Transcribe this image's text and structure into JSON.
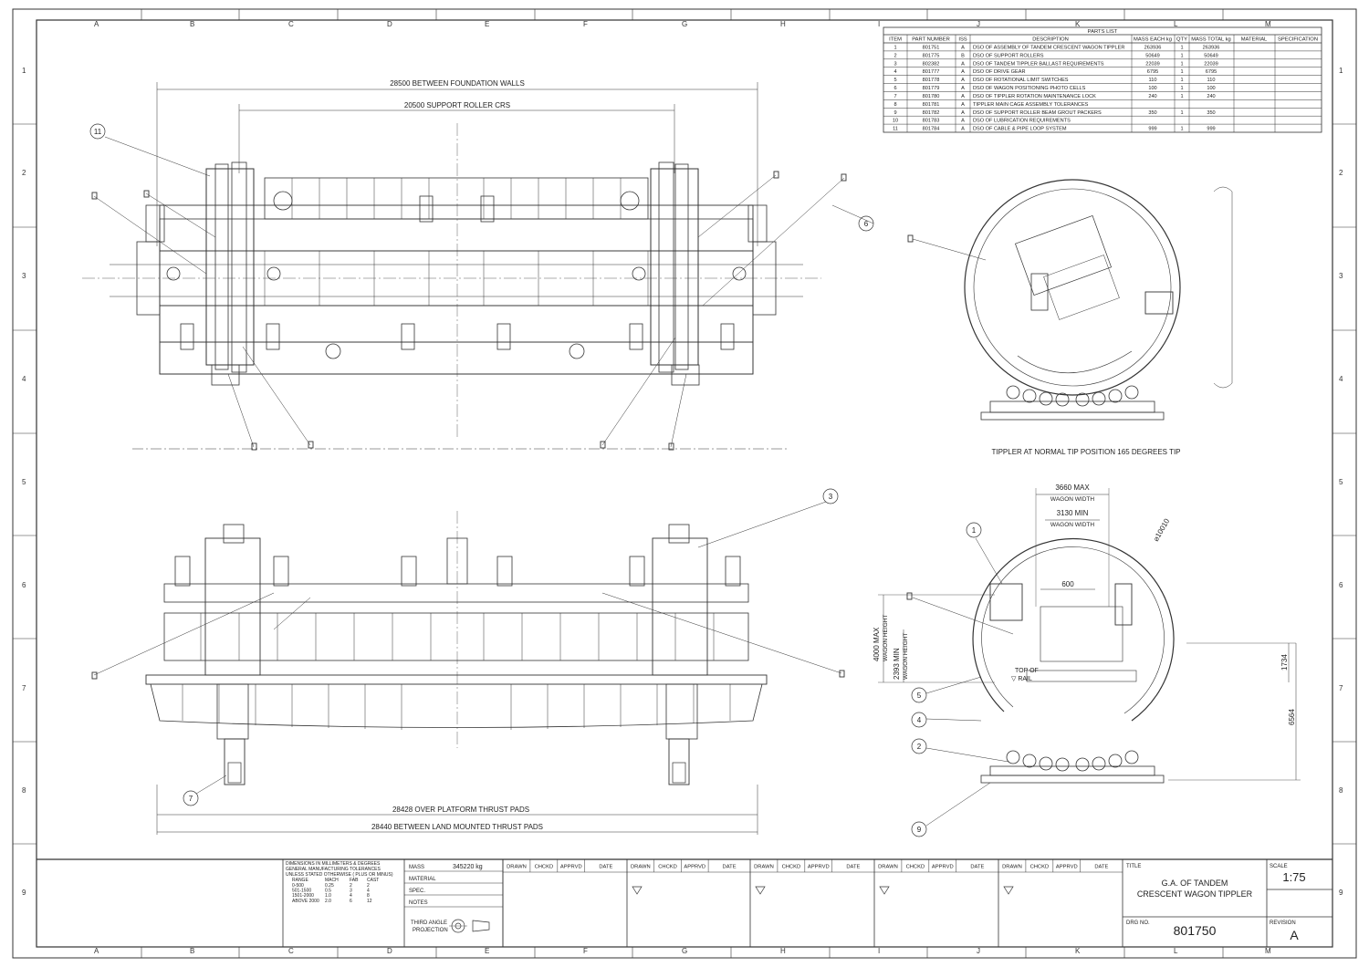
{
  "zones_top": [
    "A",
    "B",
    "C",
    "D",
    "E",
    "F",
    "G",
    "H",
    "I",
    "J",
    "K",
    "L",
    "M"
  ],
  "zones_side": [
    "1",
    "2",
    "3",
    "4",
    "5",
    "6",
    "7",
    "8",
    "9"
  ],
  "parts_list": {
    "title": "PARTS LIST",
    "headers": [
      "ITEM",
      "PART NUMBER",
      "ISS",
      "DESCRIPTION",
      "MASS EACH kg",
      "QTY",
      "MASS TOTAL kg",
      "MATERIAL",
      "SPECIFICATION"
    ],
    "rows": [
      [
        "1",
        "801751",
        "A",
        "DSO OF ASSEMBLY OF TANDEM CRESCENT WAGON TIPPLER",
        "263936",
        "1",
        "263936",
        "",
        ""
      ],
      [
        "2",
        "801775",
        "B",
        "DSO OF SUPPORT ROLLERS",
        "50649",
        "1",
        "50649",
        "",
        ""
      ],
      [
        "3",
        "802382",
        "A",
        "DSO OF TANDEM TIPPLER BALLAST REQUIREMENTS",
        "22039",
        "1",
        "22039",
        "",
        ""
      ],
      [
        "4",
        "801777",
        "A",
        "DSO OF DRIVE GEAR",
        "6795",
        "1",
        "6795",
        "",
        ""
      ],
      [
        "5",
        "801778",
        "A",
        "DSO OF ROTATIONAL LIMIT SWITCHES",
        "110",
        "1",
        "110",
        "",
        ""
      ],
      [
        "6",
        "801779",
        "A",
        "DSO OF WAGON POSITIONING PHOTO CELLS",
        "100",
        "1",
        "100",
        "",
        ""
      ],
      [
        "7",
        "801780",
        "A",
        "DSO OF TIPPLER ROTATION MAINTENANCE LOCK",
        "240",
        "1",
        "240",
        "",
        ""
      ],
      [
        "8",
        "801781",
        "A",
        "TIPPLER MAIN CAGE ASSEMBLY TOLERANCES",
        "",
        "",
        "",
        "",
        ""
      ],
      [
        "9",
        "801782",
        "A",
        "DSO OF SUPPORT ROLLER BEAM GROUT PACKERS",
        "350",
        "1",
        "350",
        "",
        ""
      ],
      [
        "10",
        "801783",
        "A",
        "DSO OF LUBRICATION REQUIREMENTS",
        "",
        "",
        "",
        "",
        ""
      ],
      [
        "11",
        "801784",
        "A",
        "DSO OF CABLE & PIPE LOOP SYSTEM",
        "999",
        "1",
        "999",
        "",
        ""
      ]
    ]
  },
  "dimensions": {
    "foundation_walls": "28500 BETWEEN FOUNDATION WALLS",
    "support_roller": "20500 SUPPORT ROLLER CRS",
    "thrust_pads": "28428 OVER PLATFORM THRUST PADS",
    "land_thrust_pads": "28440 BETWEEN LAND MOUNTED THRUST PADS",
    "max_width": "3660 MAX",
    "min_width": "3130 MIN",
    "wagon_width": "WAGON WIDTH",
    "diameter": "⌀10010",
    "d600": "600",
    "max_height": "4000 MAX",
    "min_height": "2393 MIN",
    "wagon_height": "WAGON HEIGHT",
    "top_of": "TOP OF",
    "rail": "▽ RAIL",
    "d1734": "1734",
    "d6564": "6564"
  },
  "view_label": "TIPPLER AT NORMAL TIP POSITION 165 DEGREES TIP",
  "balloons": [
    "11",
    "6",
    "3",
    "7",
    "1",
    "5",
    "4",
    "2",
    "9"
  ],
  "tolerances": {
    "line1": "DIMENSIONS IN MILLIMETERS & DEGREES",
    "line2": "GENERAL MANUFACTURING TOLERANCES",
    "line3": "UNLESS STATED OTHERWISE  ( PLUS OR MINUS)",
    "headers": [
      "RANGE",
      "MACH",
      "FAB",
      "CAST"
    ],
    "rows": [
      [
        "0-500",
        "0.25",
        "2",
        "2"
      ],
      [
        "501-1500",
        "0.5",
        "3",
        "4"
      ],
      [
        "1501-2000",
        "1.0",
        "4",
        "8"
      ],
      [
        "ABOVE 2000",
        "2.0",
        "6",
        "12"
      ]
    ]
  },
  "mass_label": "MASS",
  "mass_value": "345220 kg",
  "material_label": "MATERIAL",
  "spec_label": "SPEC.",
  "notes_label": "NOTES",
  "projection_label_1": "THIRD ANGLE",
  "projection_label_2": "PROJECTION",
  "rev_headers": [
    "DRAWN",
    "CHCKD",
    "APPRVD",
    "DATE"
  ],
  "title_label": "TITLE",
  "title_line1": "G.A. OF TANDEM",
  "title_line2": "CRESCENT WAGON TIPPLER",
  "scale_label": "SCALE",
  "scale_value": "1:75",
  "drg_label": "DRG NO.",
  "drg_value": "801750",
  "revision_label": "REVISION",
  "revision_value": "A"
}
